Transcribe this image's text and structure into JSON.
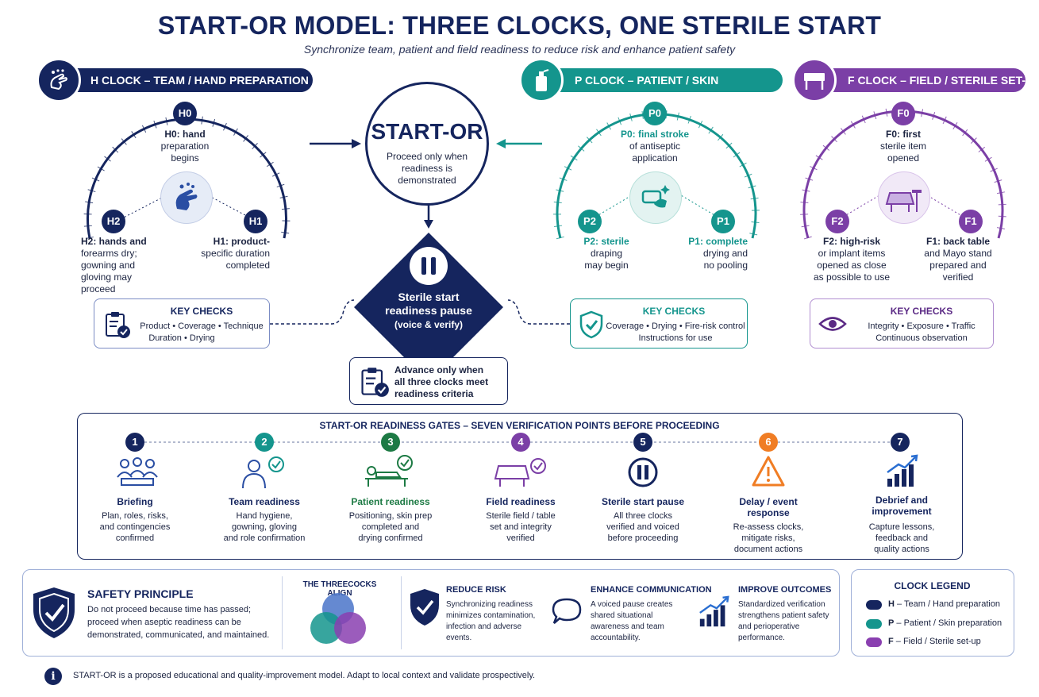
{
  "header": {
    "title": "START-OR MODEL: THREE CLOCKS, ONE STERILE START",
    "subtitle": "Synchronize team, patient and field readiness to reduce risk and enhance patient safety"
  },
  "colors": {
    "navy": "#15255e",
    "teal": "#14958d",
    "purple": "#7b3fa6",
    "orange": "#f07d24",
    "green": "#1d7a44"
  },
  "h_clock": {
    "banner": "H CLOCK – TEAM / HAND PREPARATION",
    "icon": "hand-wash-icon",
    "h0_node": "H0",
    "h0_text": [
      "H0: hand",
      "preparation",
      "begins"
    ],
    "h1_node": "H1",
    "h1_text": [
      "H1: product-",
      "specific duration",
      "completed"
    ],
    "h2_node": "H2",
    "h2_text": [
      "H2: hands and",
      "forearms dry;",
      "gowning and",
      "gloving may",
      "proceed"
    ],
    "key_checks_title": "KEY CHECKS",
    "key_checks": [
      "Product • Coverage • Technique",
      "Duration • Drying"
    ]
  },
  "p_clock": {
    "banner": "P CLOCK – PATIENT / SKIN PREPARATION",
    "icon": "antiseptic-bottle-icon",
    "p0_node": "P0",
    "p0_text": [
      "P0: final stroke",
      "of antiseptic",
      "application"
    ],
    "p1_node": "P1",
    "p1_text": [
      "P1: complete",
      "drying and",
      "no pooling"
    ],
    "p2_node": "P2",
    "p2_text": [
      "P2: sterile",
      "draping",
      "may begin"
    ],
    "key_checks_title": "KEY CHECKS",
    "key_checks": [
      "Coverage • Drying • Fire-risk control",
      "Instructions for use"
    ]
  },
  "f_clock": {
    "banner": "F CLOCK – FIELD / STERILE SET-UP",
    "icon": "sterile-table-icon",
    "f0_node": "F0",
    "f0_text": [
      "F0: first",
      "sterile item",
      "opened"
    ],
    "f1_node": "F1",
    "f1_text": [
      "F1: back table",
      "and Mayo stand",
      "prepared and",
      "verified"
    ],
    "f2_node": "F2",
    "f2_text": [
      "F2: high-risk",
      "or implant items",
      "opened as close",
      "as possible to use"
    ],
    "key_checks_title": "KEY CHECKS",
    "key_checks": [
      "Integrity • Exposure • Traffic",
      "Continuous observation"
    ]
  },
  "center": {
    "start_or": "START-OR",
    "start_or_text": [
      "Proceed only when",
      "readiness is",
      "demonstrated"
    ],
    "pause_title": [
      "Sterile start",
      "readiness pause"
    ],
    "pause_sub": "(voice & verify)",
    "advance": [
      "Advance only when",
      "all three clocks meet",
      "readiness criteria"
    ]
  },
  "gates": {
    "title": "START-OR READINESS GATES – SEVEN VERIFICATION POINTS BEFORE PROCEEDING",
    "items": [
      {
        "num": "1",
        "title": "Briefing",
        "desc": [
          "Plan, roles, risks,",
          "and contingencies",
          "confirmed"
        ],
        "icon": "team-meeting-icon"
      },
      {
        "num": "2",
        "title": "Team readiness",
        "desc": [
          "Hand hygiene,",
          "gowning, gloving",
          "and role confirmation"
        ],
        "icon": "person-check-icon"
      },
      {
        "num": "3",
        "title": "Patient readiness",
        "desc": [
          "Positioning, skin prep",
          "completed and",
          "drying confirmed"
        ],
        "icon": "patient-bed-icon"
      },
      {
        "num": "4",
        "title": "Field readiness",
        "desc": [
          "Sterile field / table",
          "set and integrity",
          "verified"
        ],
        "icon": "table-check-icon"
      },
      {
        "num": "5",
        "title": "Sterile start pause",
        "desc": [
          "All three clocks",
          "verified and voiced",
          "before proceeding"
        ],
        "icon": "pause-icon"
      },
      {
        "num": "6",
        "title": "Delay / event",
        "title2": "response",
        "desc": [
          "Re-assess clocks,",
          "mitigate risks,",
          "document actions"
        ],
        "icon": "warning-icon"
      },
      {
        "num": "7",
        "title": "Debrief and",
        "title2": "improvement",
        "desc": [
          "Capture lessons,",
          "feedback and",
          "quality actions"
        ],
        "icon": "growth-chart-icon"
      }
    ]
  },
  "bottom": {
    "safety_title": "SAFETY PRINCIPLE",
    "safety_text": [
      "Do not proceed because time has passed;",
      "proceed when aseptic readiness can be",
      "demonstrated, communicated, and maintained."
    ],
    "align_title": "THE THREECOCKS ALIGN",
    "reduce_title": "REDUCE RISK",
    "reduce_text": [
      "Synchronizing readiness",
      "minimizes contamination,",
      "infection and adverse",
      "events."
    ],
    "comm_title": "ENHANCE COMMUNICATION",
    "comm_text": [
      "A voiced pause creates",
      "shared situational",
      "awareness and team",
      "accountability."
    ],
    "outcomes_title": "IMPROVE OUTCOMES",
    "outcomes_text": [
      "Standardized verification",
      "strengthens patient safety",
      "and perioperative",
      "performance."
    ],
    "legend_title": "CLOCK LEGEND",
    "legend": [
      {
        "key": "H",
        "label": " – Team / Hand preparation"
      },
      {
        "key": "P",
        "label": " – Patient / Skin preparation"
      },
      {
        "key": "F",
        "label": " – Field / Sterile set-up"
      }
    ]
  },
  "footer": {
    "note": "START-OR is a proposed educational and quality-improvement model. Adapt to local context and validate prospectively."
  }
}
